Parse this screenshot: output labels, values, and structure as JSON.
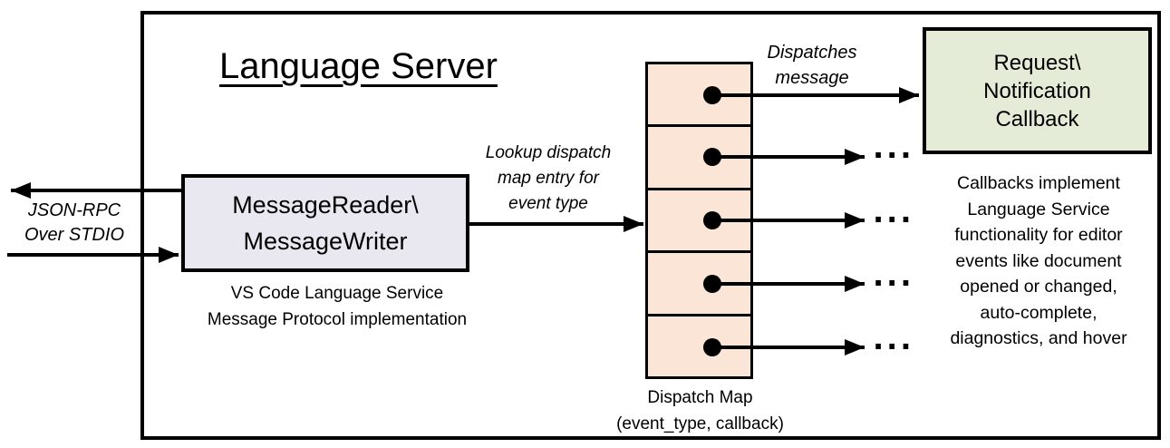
{
  "colors": {
    "peach": "#fbe5d6",
    "green": "#e4ecd8",
    "lavender": "#e9e8f1",
    "line": "#000000"
  },
  "diagram": {
    "title": "Language Server",
    "stdio_label": "JSON-RPC\nOver STDIO",
    "reader_box": "MessageReader\\\nMessageWriter",
    "reader_caption": "VS Code Language Service\nMessage Protocol implementation",
    "lookup_label": "Lookup dispatch\nmap entry for\nevent type",
    "dispatches_label": "Dispatches\nmessage",
    "callback_box": "Request\\\nNotification\nCallback",
    "callbacks_note": "Callbacks implement\nLanguage Service\nfunctionality for editor\nevents like document\nopened or changed,\nauto-complete,\ndiagnostics, and hover",
    "map_label": "Dispatch Map\n(event_type, callback)",
    "ellipsis": "...",
    "dispatch_map_cells": 5
  }
}
